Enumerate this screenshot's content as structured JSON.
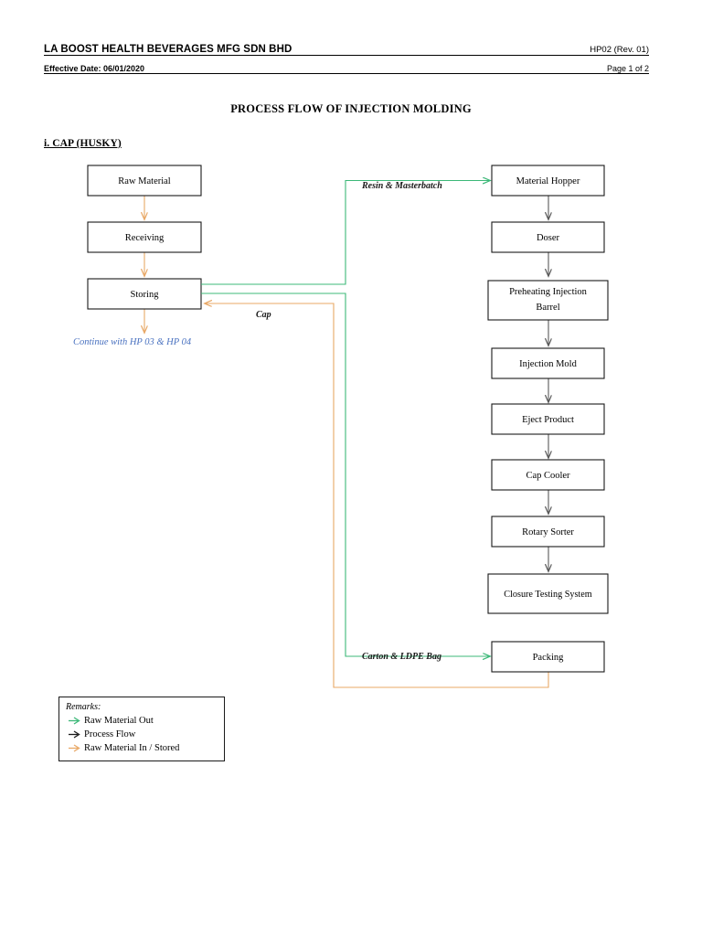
{
  "header": {
    "company": "LA BOOST HEALTH BEVERAGES MFG SDN BHD",
    "doc_code": "HP02 (Rev. 01)",
    "effective_date": "Effective Date: 06/01/2020",
    "page_number": "Page 1 of 2"
  },
  "doc_title": "PROCESS FLOW OF INJECTION MOLDING",
  "section_title": "i. CAP (HUSKY)",
  "colors": {
    "raw_material_out": "#3cb878",
    "process_flow": "#595959",
    "raw_material_in": "#e8a866",
    "box_border": "#1a1a1a",
    "continue_text": "#4a72c0"
  },
  "chart_data": {
    "type": "diagram",
    "title": "PROCESS FLOW OF INJECTION MOLDING",
    "left_column": [
      {
        "id": "raw-material",
        "label": "Raw Material"
      },
      {
        "id": "receiving",
        "label": "Receiving"
      },
      {
        "id": "storing",
        "label": "Storing"
      }
    ],
    "right_column": [
      {
        "id": "material-hopper",
        "label": "Material Hopper"
      },
      {
        "id": "doser",
        "label": "Doser"
      },
      {
        "id": "preheating-injection-barrel",
        "label": "Preheating Injection Barrel",
        "lines": [
          "Preheating Injection",
          "Barrel"
        ]
      },
      {
        "id": "injection-mold",
        "label": "Injection Mold"
      },
      {
        "id": "eject-product",
        "label": "Eject Product"
      },
      {
        "id": "cap-cooler",
        "label": "Cap Cooler"
      },
      {
        "id": "rotary-sorter",
        "label": "Rotary Sorter"
      },
      {
        "id": "closure-testing-system",
        "label": "Closure Testing System"
      },
      {
        "id": "packing",
        "label": "Packing"
      }
    ],
    "edge_labels": [
      {
        "id": "resin-masterbatch",
        "label": "Resin & Masterbatch",
        "flow": "raw_material_out"
      },
      {
        "id": "cap",
        "label": "Cap",
        "flow": "raw_material_in"
      },
      {
        "id": "carton-ldpe-bag",
        "label": "Carton & LDPE Bag",
        "flow": "raw_material_out"
      }
    ],
    "continue_note": "Continue with HP 03 & HP 04"
  },
  "remarks": {
    "title": "Remarks:",
    "items": [
      {
        "label": "Raw Material Out",
        "color": "#3cb878"
      },
      {
        "label": "Process Flow",
        "color": "#1a1a1a"
      },
      {
        "label": "Raw Material In / Stored",
        "color": "#e8a866"
      }
    ]
  }
}
